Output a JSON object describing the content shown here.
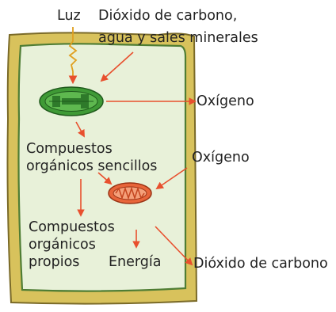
{
  "labels": {
    "light": "Luz",
    "inputs_line1": "Dióxido de carbono,",
    "inputs_line2": "agua y sales minerales",
    "oxygen_out": "Oxígeno",
    "simple_compounds_line1": "Compuestos",
    "simple_compounds_line2": "orgánicos sencillos",
    "oxygen_in": "Oxígeno",
    "own_compounds_line1": "Compuestos",
    "own_compounds_line2": "orgánicos",
    "own_compounds_line3": "propios",
    "energy": "Energía",
    "co2_out": "Dióxido de carbono"
  },
  "colors": {
    "cell_wall": "#d8c25c",
    "cell_wall_stroke": "#7a6a28",
    "cytoplasm": "#e8f1d9",
    "membrane": "#4f7d34",
    "chloroplast": "#3f9a36",
    "mitochondrion": "#e8653a",
    "arrow": "#e8502e",
    "light": "#e0a020"
  }
}
